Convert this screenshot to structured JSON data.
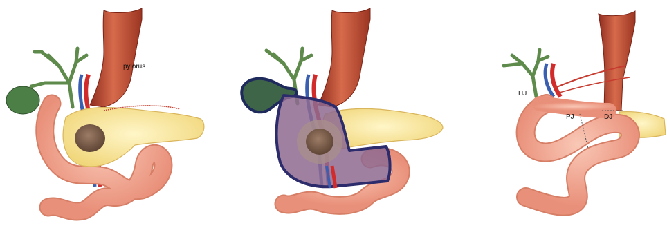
{
  "panels": [
    {
      "id": "panel-1",
      "labels": {
        "pylorus": "pylorus"
      }
    },
    {
      "id": "panel-2",
      "labels": {}
    },
    {
      "id": "panel-3",
      "labels": {
        "hj": "HJ",
        "pj": "PJ",
        "dj": "DJ"
      }
    }
  ],
  "colors": {
    "background": "#ffffff",
    "stomach_red": "#b9482f",
    "bowel_pink": "#f1a891",
    "bowel_outline": "#d77e66",
    "pancreas_yellow": "#f8e49a",
    "tumor_brown": "#7a5a48",
    "bile_green": "#5e8b4c",
    "gallbladder_green": "#4c7f46",
    "artery_red": "#d22b2b",
    "vein_blue": "#3b5fb0",
    "resection_outline": "#2c2c6c",
    "resection_fill": "#8e6a90"
  }
}
